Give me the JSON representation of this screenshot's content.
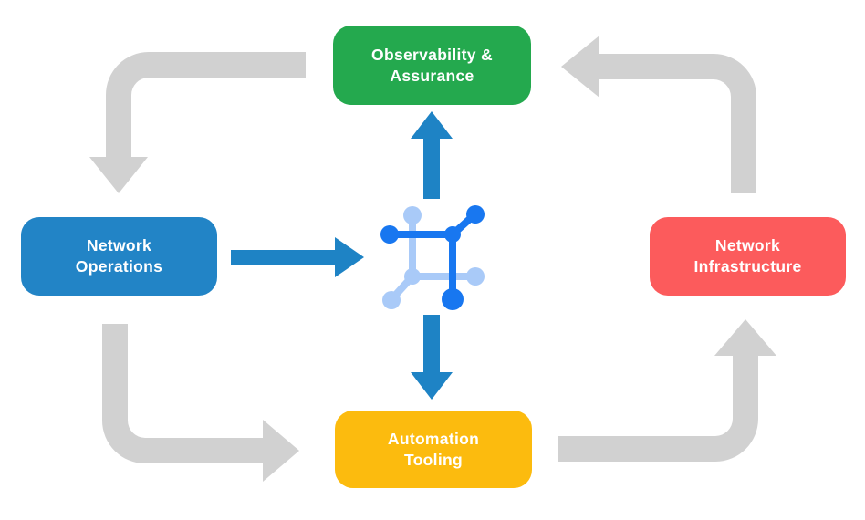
{
  "nodes": {
    "observability": {
      "line1": "Observability &",
      "line2": "Assurance",
      "color": "#24A94E"
    },
    "operations": {
      "line1": "Network",
      "line2": "Operations",
      "color": "#2284C6"
    },
    "infrastructure": {
      "line1": "Network",
      "line2": "Infrastructure",
      "color": "#FC5B5C"
    },
    "automation": {
      "line1": "Automation",
      "line2": "Tooling",
      "color": "#FCBB0E"
    }
  },
  "colors": {
    "canvas_bg": "#FFFFFF",
    "cycle_arrow": "#D1D1D1",
    "flow_arrow": "#1E83C5",
    "icon_dark": "#1877F0",
    "icon_light": "#A9CAF8",
    "label_text": "#FFFFFF"
  },
  "icon": {
    "name": "network-nodes-icon"
  }
}
